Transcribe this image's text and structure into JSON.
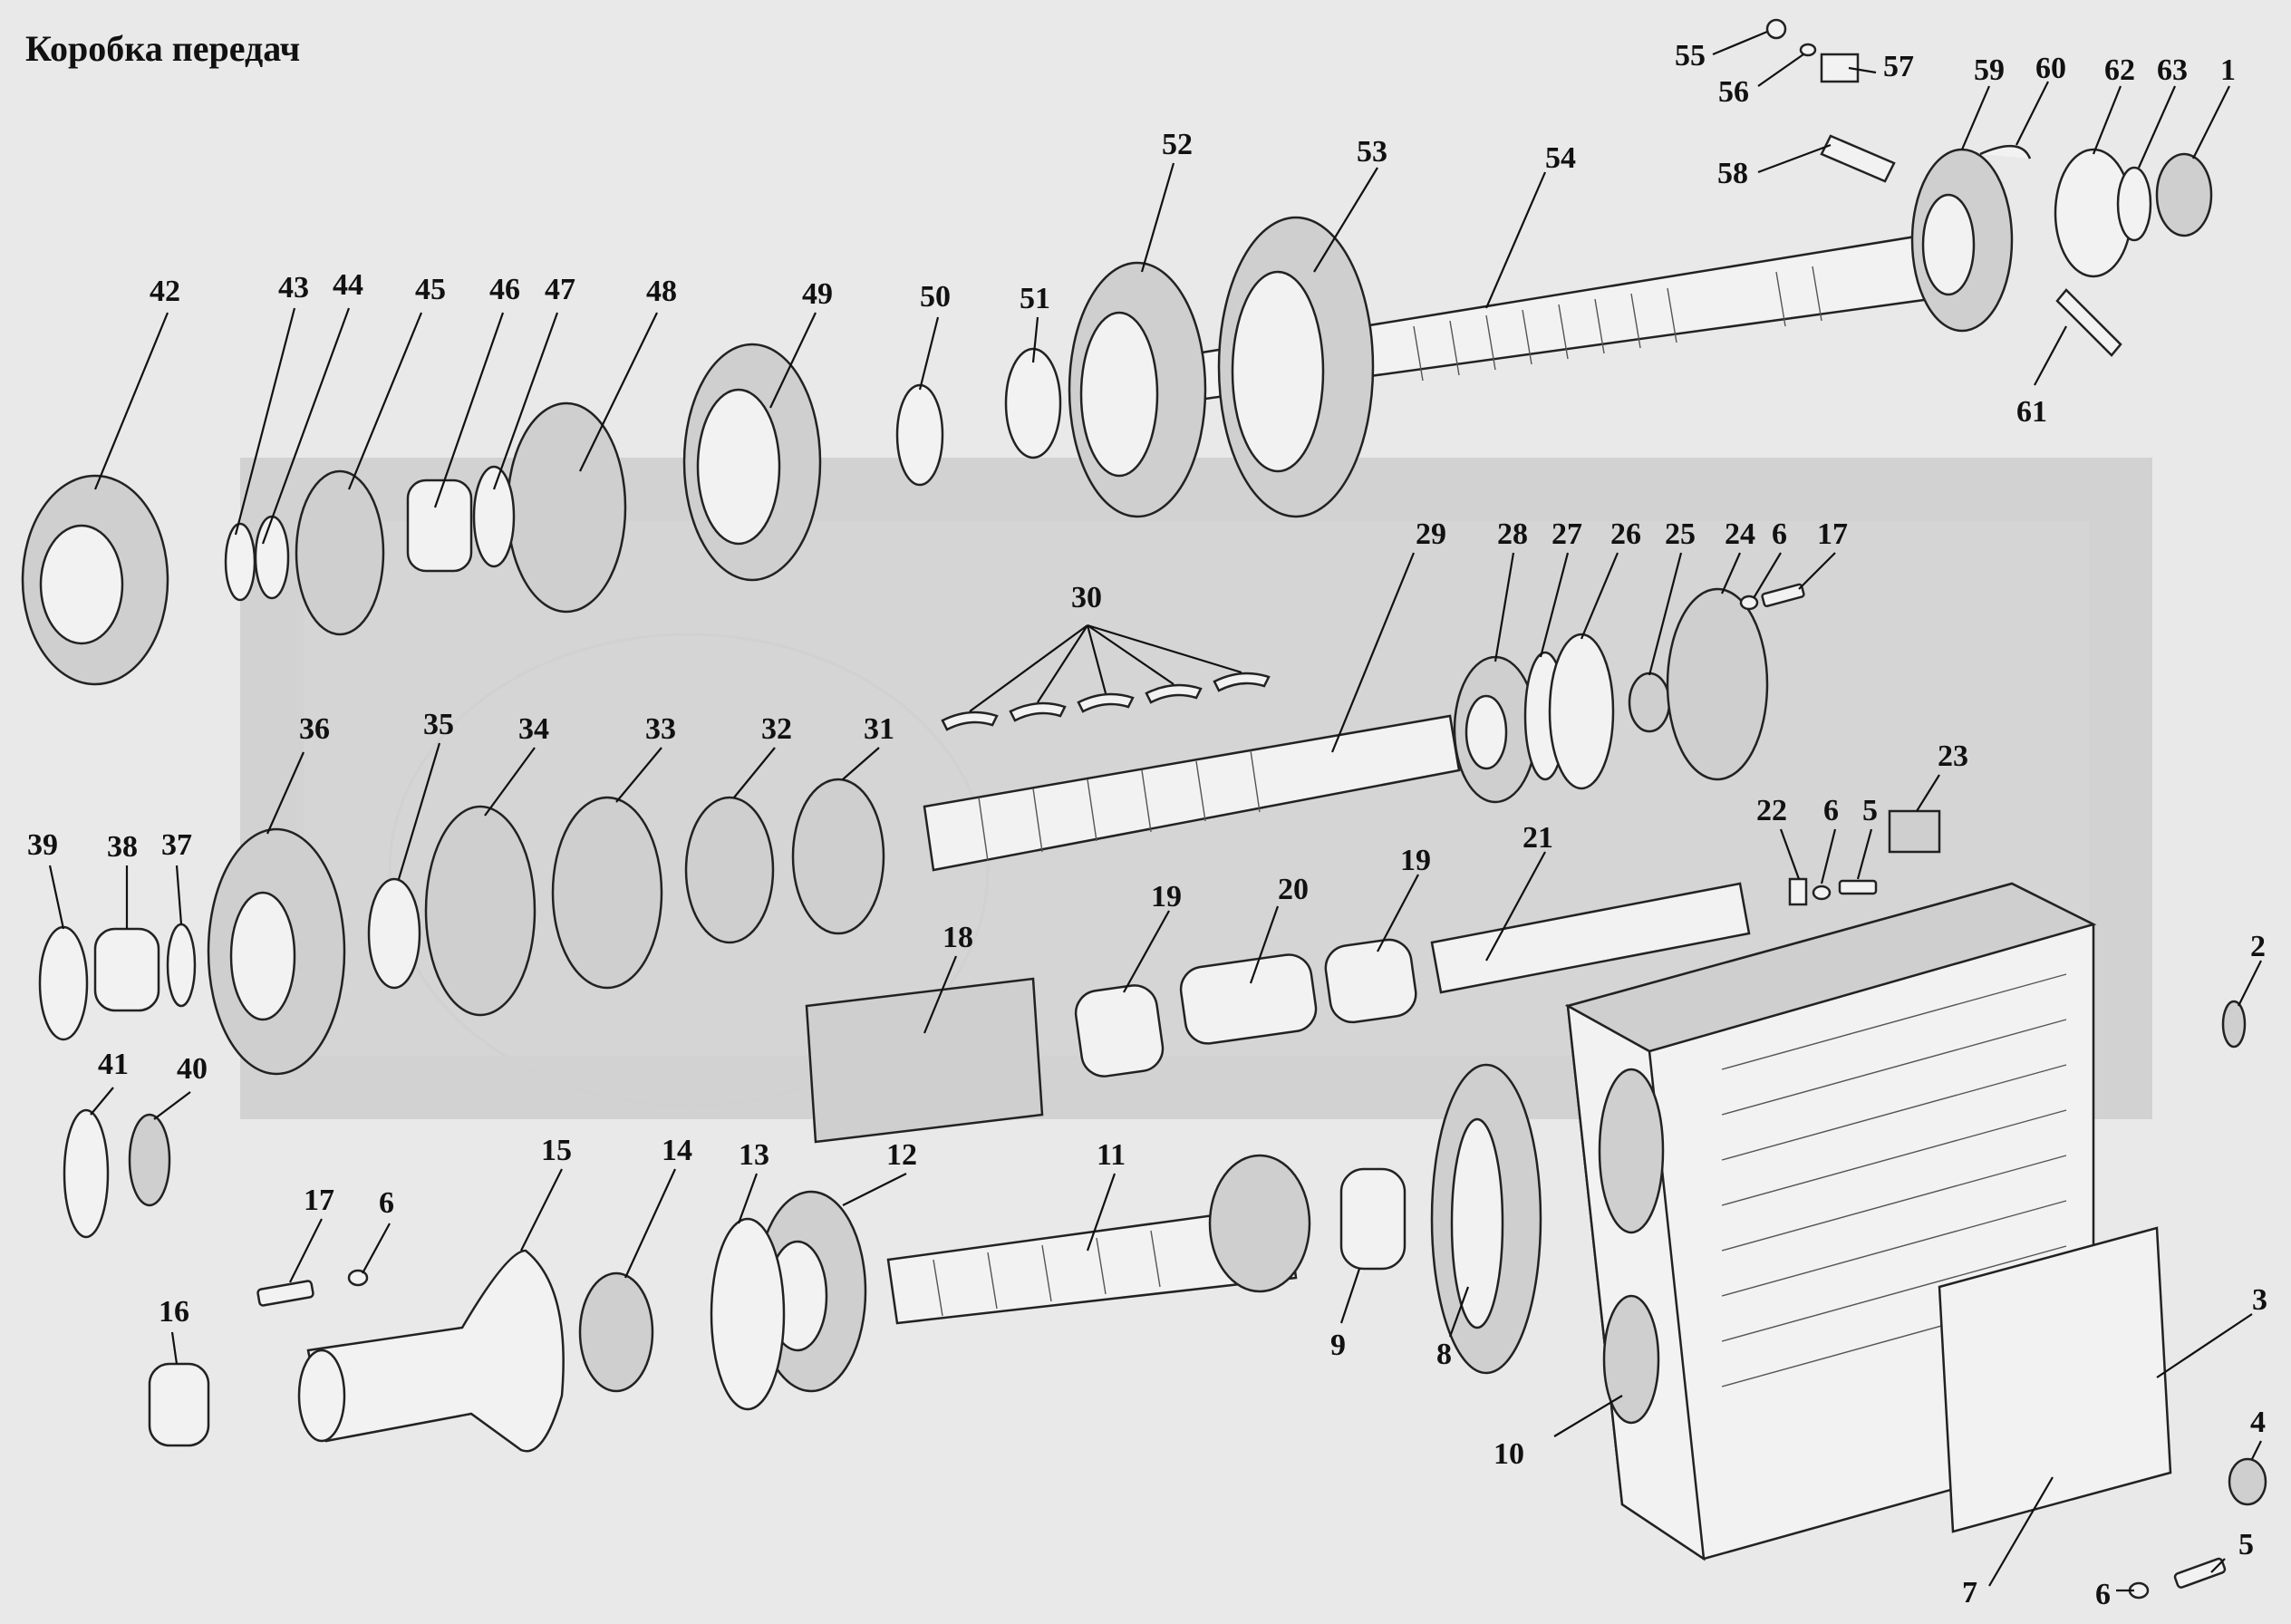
{
  "title": "Коробка передач",
  "labels": [
    "55",
    "56",
    "57",
    "59",
    "60",
    "62",
    "63",
    "1",
    "58",
    "61",
    "52",
    "53",
    "54",
    "42",
    "43",
    "44",
    "45",
    "46",
    "47",
    "48",
    "49",
    "50",
    "51",
    "29",
    "28",
    "27",
    "26",
    "25",
    "24",
    "6",
    "17",
    "30",
    "36",
    "35",
    "34",
    "33",
    "32",
    "31",
    "23",
    "39",
    "38",
    "37",
    "22",
    "6",
    "5",
    "21",
    "20",
    "19",
    "19",
    "18",
    "2",
    "41",
    "40",
    "15",
    "14",
    "13",
    "12",
    "11",
    "17",
    "6",
    "9",
    "8",
    "16",
    "3",
    "10",
    "4",
    "5",
    "6",
    "7"
  ]
}
